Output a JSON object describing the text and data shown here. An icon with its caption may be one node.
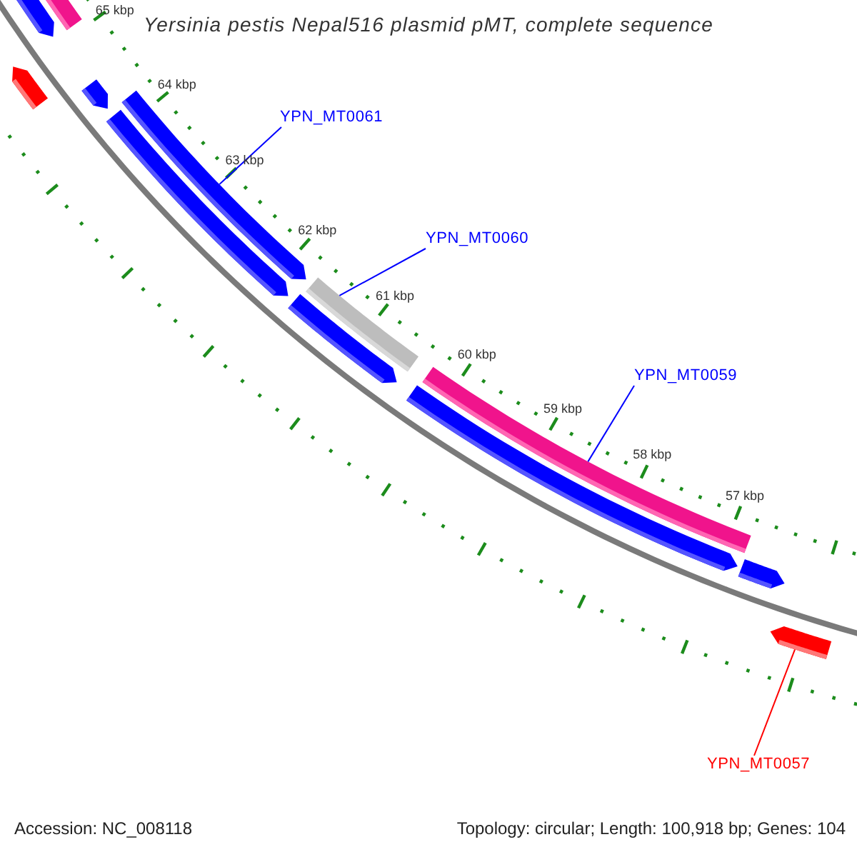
{
  "diagram": {
    "title": "Yersinia pestis Nepal516 plasmid pMT, complete sequence",
    "nodes": [
      {
        "text": [
          "YPN_MT0061"
        ]
      },
      {
        "text": [
          "YPN_MT0060"
        ]
      },
      {
        "text": [
          "YPN_MT0059"
        ]
      },
      {
        "text": [
          "YPN_MT0057"
        ]
      },
      {
        "text": [],
        "shape": "arrow"
      },
      {
        "text": [],
        "shape": "bar"
      },
      {
        "text": [],
        "shape": "bar"
      },
      {
        "text": [],
        "shape": "arrow"
      }
    ],
    "edges": [
      {
        "from": 0,
        "to": 4,
        "arrow": "none"
      },
      {
        "from": 1,
        "to": 5,
        "arrow": "none"
      },
      {
        "from": 2,
        "to": 6,
        "arrow": "none"
      },
      {
        "from": 3,
        "to": 7,
        "arrow": "none",
        "color": "#ff0000"
      }
    ],
    "labels": [
      "65 kbp",
      "64 kbp",
      "63 kbp",
      "62 kbp",
      "61 kbp",
      "60 kbp",
      "59 kbp",
      "58 kbp",
      "57 kbp",
      "Accession: NC_008118",
      "Topology: circular; Length: 100,918 bp; Genes: 104"
    ]
  }
}
